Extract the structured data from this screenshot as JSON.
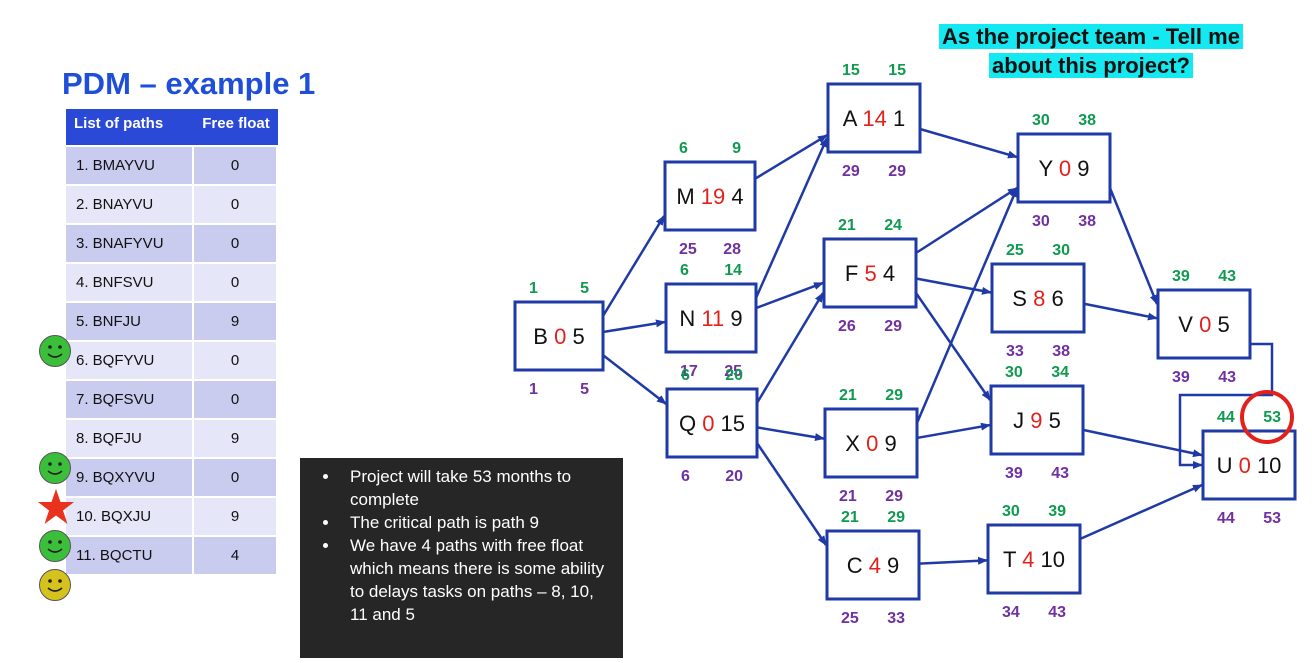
{
  "title": "PDM – example 1",
  "headline": [
    "As the project team - Tell me",
    "about this project?"
  ],
  "table": {
    "headers": [
      "List of paths",
      "Free float"
    ],
    "rows": [
      {
        "path": "1.  BMAYVU",
        "ff": "0"
      },
      {
        "path": "2.  BNAYVU",
        "ff": "0"
      },
      {
        "path": "3.  BNAFYVU",
        "ff": "0"
      },
      {
        "path": "4.  BNFSVU",
        "ff": "0"
      },
      {
        "path": "5.  BNFJU",
        "ff": "9"
      },
      {
        "path": "6.  BQFYVU",
        "ff": "0"
      },
      {
        "path": "7.  BQFSVU",
        "ff": "0"
      },
      {
        "path": "8.  BQFJU",
        "ff": "9"
      },
      {
        "path": "9.  BQXYVU",
        "ff": "0"
      },
      {
        "path": "10. BQXJU",
        "ff": "9"
      },
      {
        "path": "11. BQCTU",
        "ff": "4"
      }
    ]
  },
  "markers": [
    {
      "row": 4,
      "type": "smiley",
      "color": "#3bbf3b"
    },
    {
      "row": 7,
      "type": "smiley",
      "color": "#3bbf3b"
    },
    {
      "row": 8,
      "type": "star",
      "color": "#e8321e"
    },
    {
      "row": 9,
      "type": "smiley",
      "color": "#3bbf3b"
    },
    {
      "row": 10,
      "type": "smiley",
      "color": "#d6c21e"
    }
  ],
  "notes": [
    "Project will take 53 months to complete",
    "The critical path is path 9",
    "We have 4 paths with free float which means there is some ability to delays tasks on paths – 8, 10, 11 and 5"
  ],
  "colors": {
    "node_border": "#1f3aa6",
    "arrow": "#1f3aa6",
    "early": "#109a50",
    "late": "#7030a0",
    "float": "#e3211c",
    "highlight": "#e3211c"
  },
  "nodes": [
    {
      "id": "B",
      "float": "0",
      "dur": "5",
      "es": "1",
      "ef": "5",
      "ls": "1",
      "lf": "5"
    },
    {
      "id": "M",
      "float": "19",
      "dur": "4",
      "es": "6",
      "ef": "9",
      "ls": "25",
      "lf": "28"
    },
    {
      "id": "N",
      "float": "11",
      "dur": "9",
      "es": "6",
      "ef": "14",
      "ls": "17",
      "lf": "25"
    },
    {
      "id": "Q",
      "float": "0",
      "dur": "15",
      "es": "6",
      "ef": "20",
      "ls": "6",
      "lf": "20"
    },
    {
      "id": "A",
      "float": "14",
      "dur": "1",
      "es": "15",
      "ef": "15",
      "ls": "29",
      "lf": "29"
    },
    {
      "id": "F",
      "float": "5",
      "dur": "4",
      "es": "21",
      "ef": "24",
      "ls": "26",
      "lf": "29"
    },
    {
      "id": "X",
      "float": "0",
      "dur": "9",
      "es": "21",
      "ef": "29",
      "ls": "21",
      "lf": "29"
    },
    {
      "id": "C",
      "float": "4",
      "dur": "9",
      "es": "21",
      "ef": "29",
      "ls": "25",
      "lf": "33"
    },
    {
      "id": "Y",
      "float": "0",
      "dur": "9",
      "es": "30",
      "ef": "38",
      "ls": "30",
      "lf": "38"
    },
    {
      "id": "S",
      "float": "8",
      "dur": "6",
      "es": "25",
      "ef": "30",
      "ls": "33",
      "lf": "38"
    },
    {
      "id": "J",
      "float": "9",
      "dur": "5",
      "es": "30",
      "ef": "34",
      "ls": "39",
      "lf": "43"
    },
    {
      "id": "T",
      "float": "4",
      "dur": "10",
      "es": "30",
      "ef": "39",
      "ls": "34",
      "lf": "43"
    },
    {
      "id": "V",
      "float": "0",
      "dur": "5",
      "es": "39",
      "ef": "43",
      "ls": "39",
      "lf": "43"
    },
    {
      "id": "U",
      "float": "0",
      "dur": "10",
      "es": "44",
      "ef": "53",
      "ls": "44",
      "lf": "53"
    }
  ],
  "edges": [
    [
      "B",
      "M"
    ],
    [
      "B",
      "N"
    ],
    [
      "B",
      "Q"
    ],
    [
      "M",
      "A"
    ],
    [
      "N",
      "A"
    ],
    [
      "N",
      "F"
    ],
    [
      "Q",
      "F"
    ],
    [
      "Q",
      "X"
    ],
    [
      "Q",
      "C"
    ],
    [
      "A",
      "Y"
    ],
    [
      "F",
      "Y"
    ],
    [
      "F",
      "S"
    ],
    [
      "F",
      "J"
    ],
    [
      "X",
      "Y"
    ],
    [
      "X",
      "J"
    ],
    [
      "C",
      "T"
    ],
    [
      "Y",
      "V"
    ],
    [
      "S",
      "V"
    ],
    [
      "J",
      "U"
    ],
    [
      "T",
      "U"
    ],
    [
      "V",
      "U"
    ]
  ]
}
